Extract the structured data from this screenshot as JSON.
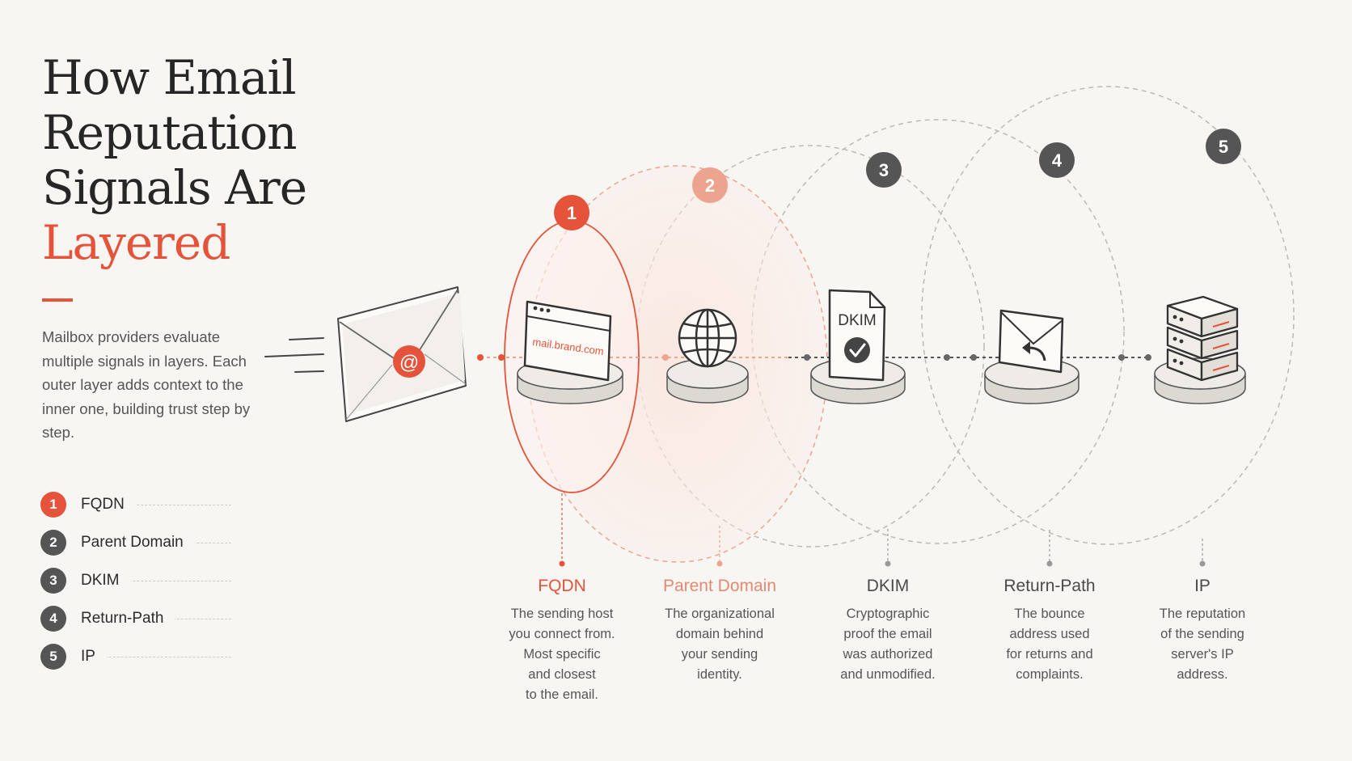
{
  "title": {
    "line1": "How Email",
    "line2": "Reputation",
    "line3": "Signals Are",
    "accent": "Layered"
  },
  "intro": "Mailbox providers evaluate multiple signals in layers. Each outer layer adds context to the inner one, building trust step by step.",
  "colors": {
    "accent": "#e4533a",
    "accent_light": "#eda48f",
    "neutral": "#555555",
    "background": "#f8f6f3"
  },
  "icons": [
    "envelope-at-icon",
    "browser-window-icon",
    "globe-icon",
    "dkim-document-icon",
    "return-envelope-icon",
    "server-stack-icon"
  ],
  "legend": [
    {
      "number": "1",
      "label": "FQDN"
    },
    {
      "number": "2",
      "label": "Parent Domain"
    },
    {
      "number": "3",
      "label": "DKIM"
    },
    {
      "number": "4",
      "label": "Return-Path"
    },
    {
      "number": "5",
      "label": "IP"
    }
  ],
  "layers": [
    {
      "number": "1",
      "title": "FQDN",
      "desc": [
        "The sending host",
        "you connect from.",
        "Most specific",
        "and closest",
        "to the email."
      ]
    },
    {
      "number": "2",
      "title": "Parent Domain",
      "desc": [
        "The organizational",
        "domain behind",
        "your sending",
        "identity."
      ]
    },
    {
      "number": "3",
      "title": "DKIM",
      "desc": [
        "Cryptographic",
        "proof the email",
        "was authorized",
        "and unmodified."
      ]
    },
    {
      "number": "4",
      "title": "Return-Path",
      "desc": [
        "The bounce",
        "address used",
        "for returns and",
        "complaints."
      ]
    },
    {
      "number": "5",
      "title": "IP",
      "desc": [
        "The reputation",
        "of the sending",
        "server's IP",
        "address."
      ]
    }
  ],
  "icon_text": {
    "browser_url": "mail.brand.com",
    "dkim_label": "DKIM",
    "at_symbol": "@"
  }
}
